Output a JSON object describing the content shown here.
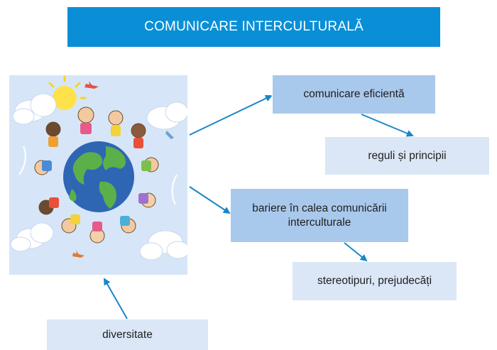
{
  "header": {
    "title": "COMUNICARE INTERCULTURALĂ"
  },
  "nodes": {
    "comunicare": "comunicare eficientă",
    "reguli": "reguli și principii",
    "bariere_line1": "bariere în calea comunicării",
    "bariere_line2": "interculturale",
    "stereotipuri": "stereotipuri, prejudecăți",
    "diversitate": "diversitate"
  },
  "colors": {
    "title_bg": "#0a8fd6",
    "box_dark": "#a9c9ec",
    "box_light": "#dbe7f6",
    "arrow": "#1a86c8",
    "picture_bg": "#d6e6f8"
  },
  "illustration": {
    "subject": "children-holding-hands-around-globe"
  }
}
